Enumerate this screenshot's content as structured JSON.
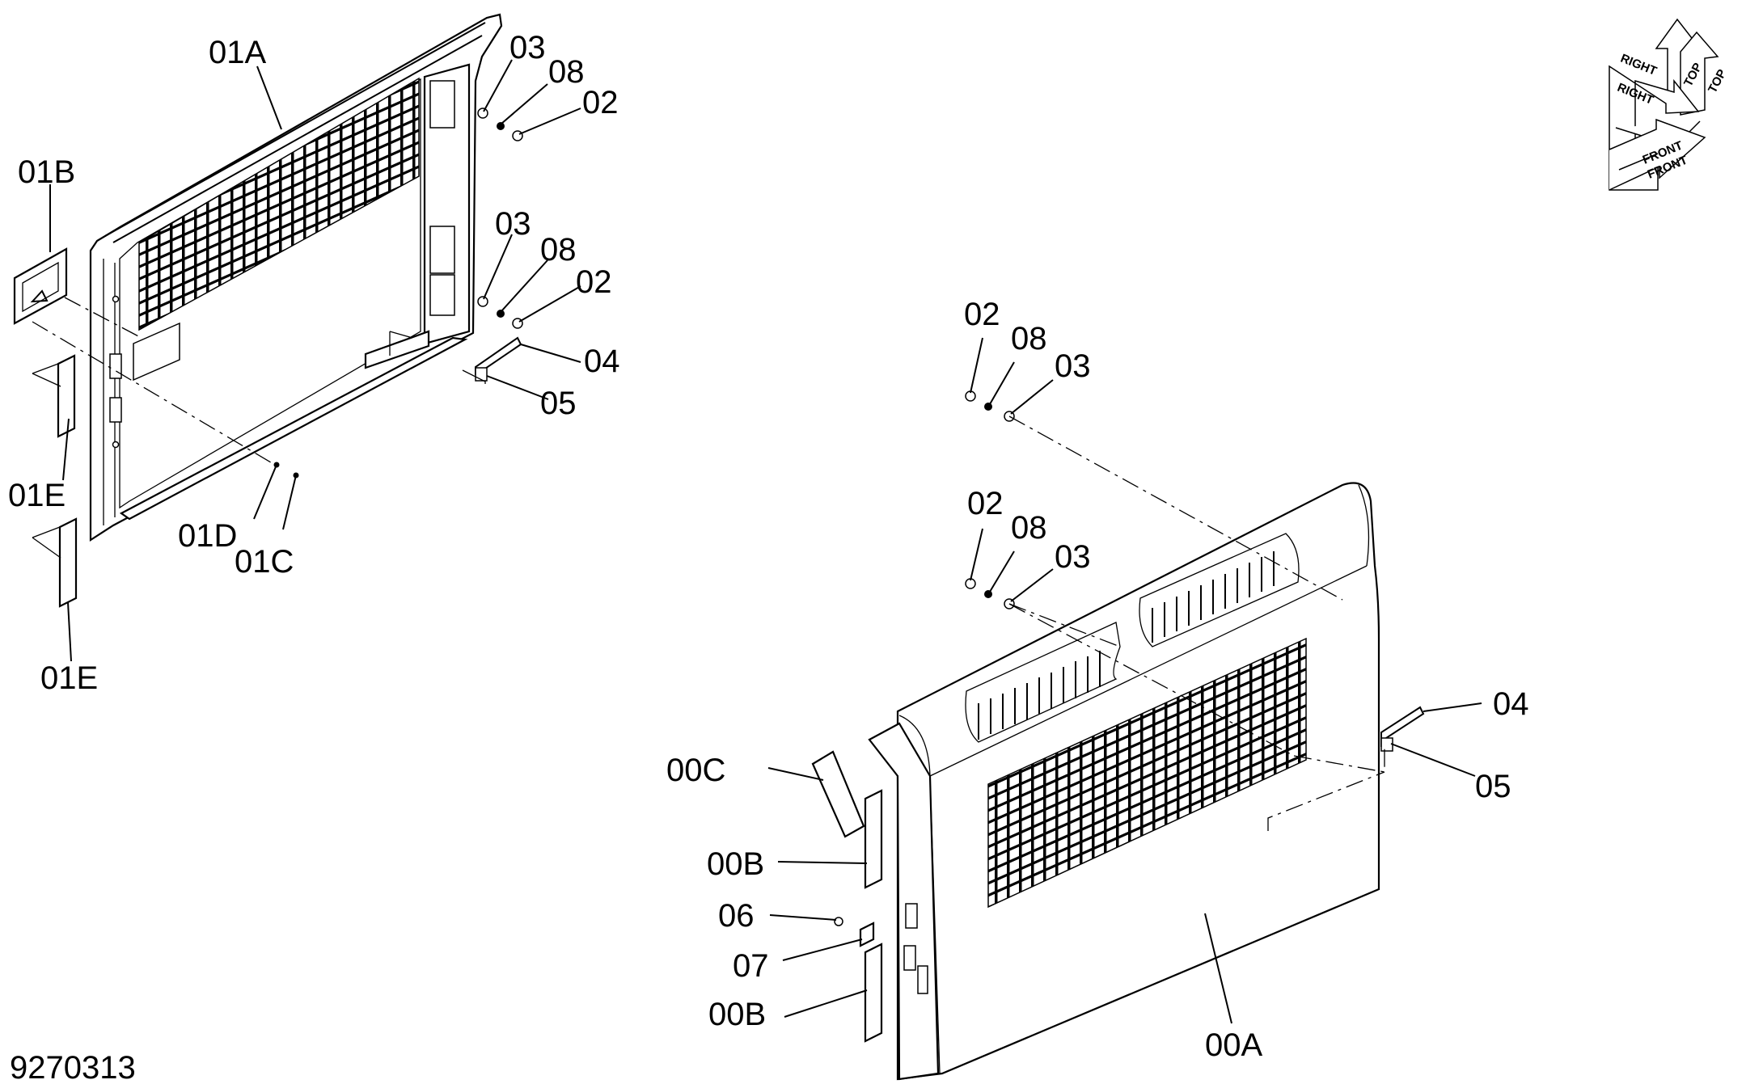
{
  "figure_id": "9270313",
  "callouts": {
    "l_01A": "01A",
    "l_01B": "01B",
    "l_01C": "01C",
    "l_01D": "01D",
    "l_01E_a": "01E",
    "l_01E_b": "01E",
    "l_03_a": "03",
    "l_08_a": "08",
    "l_02_a": "02",
    "l_03_b": "03",
    "l_08_b": "08",
    "l_02_b": "02",
    "l_04_a": "04",
    "l_05_a": "05",
    "l_02_c": "02",
    "l_08_c": "08",
    "l_03_c": "03",
    "l_02_d": "02",
    "l_08_d": "08",
    "l_03_d": "03",
    "l_04_b": "04",
    "l_05_b": "05",
    "l_00A": "00A",
    "l_00B_a": "00B",
    "l_00B_b": "00B",
    "l_00C": "00C",
    "l_06": "06",
    "l_07": "07"
  },
  "orientation": {
    "top": "TOP",
    "top_back": "TOP",
    "right": "RIGHT",
    "right_back": "RIGHT",
    "front": "FRONT",
    "front_back": "FRONT"
  }
}
